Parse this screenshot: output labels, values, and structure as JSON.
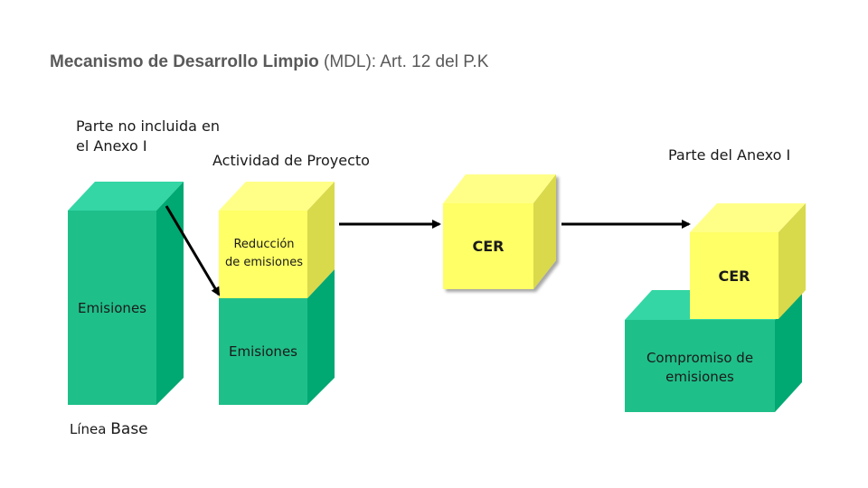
{
  "title": {
    "bold": "Mecanismo de Desarrollo Limpio",
    "rest": " (MDL): Art. 12 del P.K"
  },
  "labels": {
    "non_annex": [
      "Parte no incluida en",
      "el Anexo I"
    ],
    "project_activity": "Actividad de Proyecto",
    "annex_party": "Parte del Anexo I",
    "baseline_prefix": "Línea ",
    "baseline_suffix": "Base"
  },
  "blocks": {
    "baseline_emissions": "Emisiones",
    "project_emissions": "Emisiones",
    "reduction": [
      "Reducción",
      "de emisiones"
    ],
    "cer_transfer": "CER",
    "cer_annex": "CER",
    "commitment": [
      "Compromiso de",
      "emisiones"
    ]
  },
  "colors": {
    "green_front": "#1fbf8a",
    "green_top": "#33d6a4",
    "green_side": "#00a872",
    "yellow_front": "#ffff66",
    "yellow_top": "#ffff88",
    "yellow_side": "#d9d94c",
    "title": "#595959",
    "arrow": "#000000"
  }
}
